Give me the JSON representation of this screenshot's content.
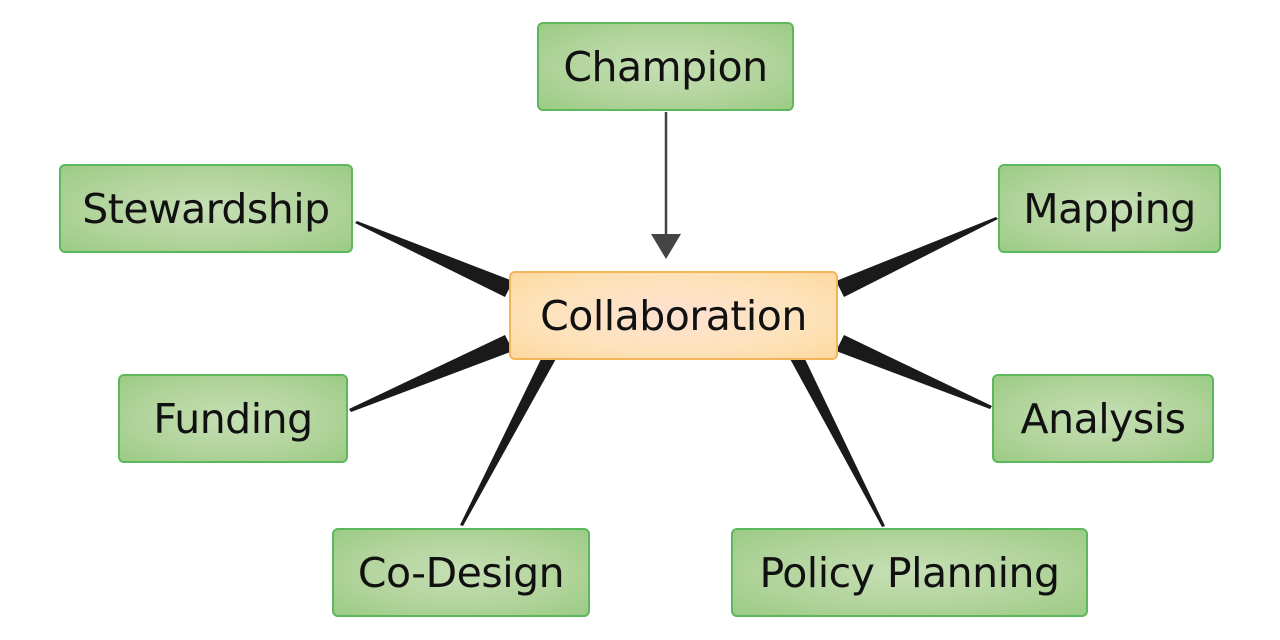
{
  "diagram": {
    "center": {
      "label": "Collaboration"
    },
    "nodes": [
      {
        "id": "champion",
        "label": "Champion",
        "relation": "arrow-into-center"
      },
      {
        "id": "stewardship",
        "label": "Stewardship",
        "relation": "tapered-link"
      },
      {
        "id": "mapping",
        "label": "Mapping",
        "relation": "tapered-link"
      },
      {
        "id": "funding",
        "label": "Funding",
        "relation": "tapered-link"
      },
      {
        "id": "analysis",
        "label": "Analysis",
        "relation": "tapered-link"
      },
      {
        "id": "codesign",
        "label": "Co-Design",
        "relation": "tapered-link"
      },
      {
        "id": "policy",
        "label": "Policy Planning",
        "relation": "tapered-link"
      }
    ]
  },
  "colors": {
    "leaf_fill": "#b2d49c",
    "leaf_border": "#5cb85c",
    "center_fill": "#fde3bc",
    "center_border": "#f4b45a",
    "connector": "#1a1a1a",
    "arrow": "#444444"
  }
}
